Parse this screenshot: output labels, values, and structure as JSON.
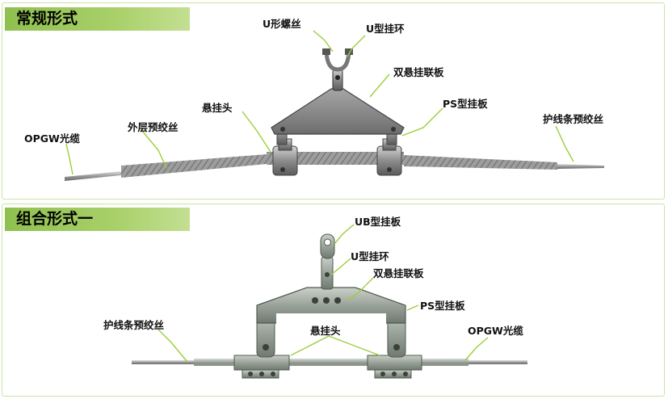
{
  "sections": [
    {
      "title": "常规形式",
      "labels": {
        "u_bolt": "U形螺丝",
        "u_shackle": "U型挂环",
        "double_yoke": "双悬挂联板",
        "clamp_head": "悬挂头",
        "ps_plate": "PS型挂板",
        "opgw": "OPGW光缆",
        "outer_rods": "外层预绞丝",
        "armor_rods": "护线条预绞丝"
      }
    },
    {
      "title": "组合形式一",
      "labels": {
        "ub_plate": "UB型挂板",
        "u_shackle": "U型挂环",
        "double_yoke": "双悬挂联板",
        "ps_plate": "PS型挂板",
        "armor_rods": "护线条预绞丝",
        "clamp_head": "悬挂头",
        "opgw": "OPGW光缆"
      }
    }
  ],
  "colors": {
    "frame": "#c9e3a6",
    "title_bar": "#a9d06a",
    "leader": "#9bcf3a"
  }
}
